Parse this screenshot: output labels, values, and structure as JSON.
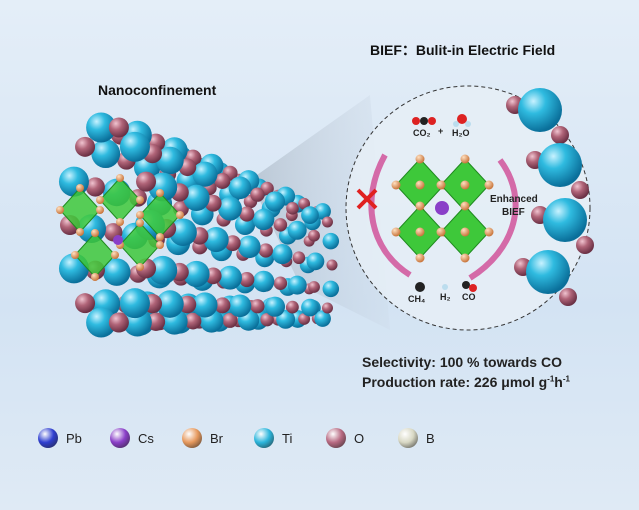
{
  "title_left": "Nanoconfinement",
  "title_right": "BIEF：Bulit-in Electric Field",
  "inset": {
    "reactant1": "CO₂",
    "plus": "+",
    "reactant2": "H₂O",
    "product1": "CH₄",
    "product2": "H₂",
    "product3": "CO",
    "enhanced_line1": "Enhanced",
    "enhanced_line2": "BIEF"
  },
  "selectivity": "Selectivity: 100 % towards CO",
  "production_prefix": "Production rate: 226 μmol g",
  "production_exp1": "-1",
  "production_h": "h",
  "production_exp2": "-1",
  "legend": [
    {
      "label": "Pb",
      "color": "#2f3fd0"
    },
    {
      "label": "Cs",
      "color": "#8a3fc8"
    },
    {
      "label": "Br",
      "color": "#e79a5e"
    },
    {
      "label": "Ti",
      "color": "#2cb6dc"
    },
    {
      "label": "O",
      "color": "#b86a82"
    },
    {
      "label": "B",
      "color": "#d8d8c4"
    }
  ]
}
